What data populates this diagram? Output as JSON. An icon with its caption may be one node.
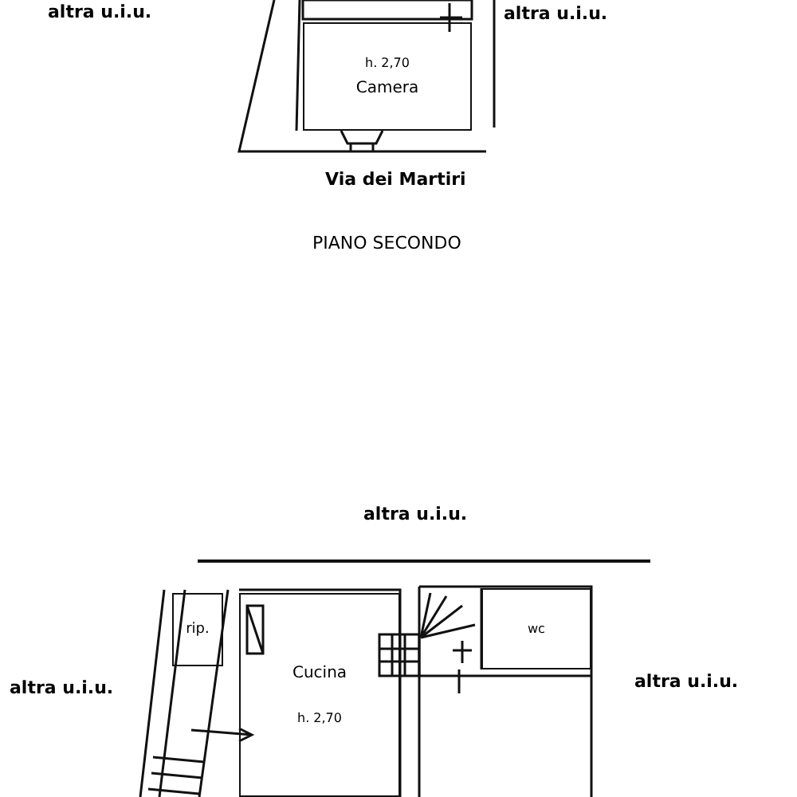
{
  "diagram": {
    "nodes": [
      {
        "text": [
          "h. 2,70",
          "Camera"
        ]
      },
      {
        "text": [
          "rip."
        ]
      },
      {
        "text": [
          "Cucina",
          "h. 2,70"
        ]
      },
      {
        "text": [
          "wc"
        ]
      }
    ],
    "edges": [],
    "labels": [
      "altra u.i.u.",
      "altra u.i.u.",
      "Via dei Martiri",
      "PIANO SECONDO",
      "altra u.i.u.",
      "altra u.i.u.",
      "altra u.i.u."
    ]
  }
}
